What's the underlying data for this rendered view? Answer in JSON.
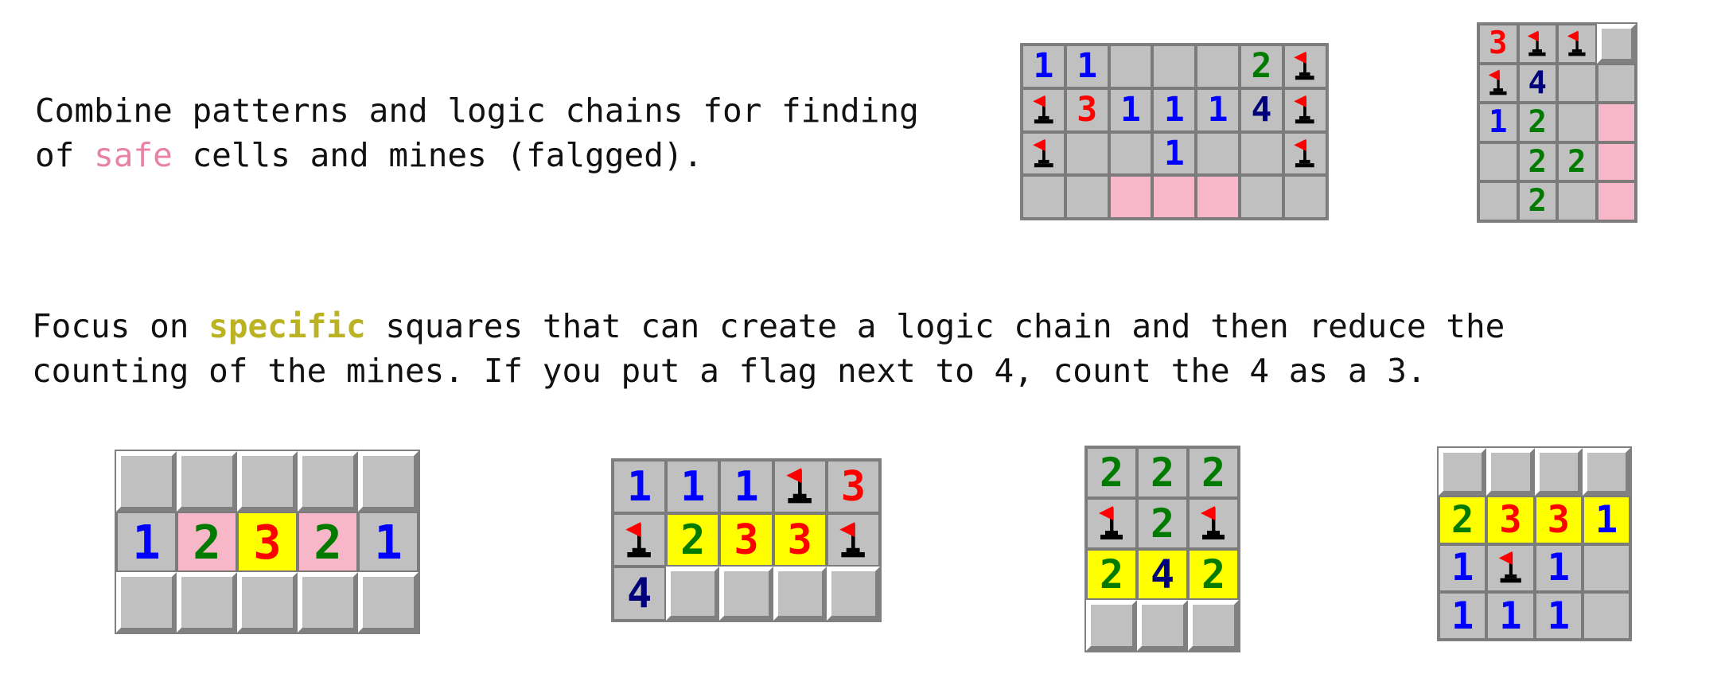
{
  "text": {
    "para1_line1": "Combine patterns and logic chains for finding",
    "para1_line2_pre": "of ",
    "para1_highlight": "safe",
    "para1_line2_post": " cells and mines (falgged).",
    "para2_line1_pre": "Focus on ",
    "para2_highlight": "specific",
    "para2_line1_post": " squares that can create a logic chain and then reduce the",
    "para2_line2": "counting of the mines. If you put a flag next to 4, count the 4 as a 3."
  },
  "legend": {
    "raised": "unrevealed",
    "empty": "revealed-empty",
    "flag": "flag",
    "safe": "safe",
    "focus": "focus"
  },
  "colors": {
    "number_1": "#0000ff",
    "number_2": "#007b00",
    "number_3": "#ff0000",
    "number_4": "#00007b",
    "safe_fill": "#f7b7c9",
    "focus_fill": "#ffff00",
    "safe_text": "#e882a6",
    "specific_text": "#bcb324",
    "cell_gray": "#c0c0c0"
  },
  "icons": {
    "flag": "flag-icon"
  },
  "boards": [
    {
      "cols": 7,
      "rows": [
        [
          "1",
          "1",
          "empty",
          "empty",
          "empty",
          "2",
          "flag"
        ],
        [
          "flag",
          "3",
          "1",
          "1",
          "1",
          "4",
          "flag"
        ],
        [
          "flag",
          "empty",
          "empty",
          "1",
          "empty",
          "empty",
          "flag"
        ],
        [
          "empty",
          "empty",
          "safe",
          "safe",
          "safe",
          "empty",
          "empty"
        ]
      ]
    },
    {
      "cols": 4,
      "rows": [
        [
          "3",
          "flag",
          "flag",
          "raised"
        ],
        [
          "flag",
          "4",
          "empty",
          "empty"
        ],
        [
          "1",
          "2",
          "empty",
          "safe"
        ],
        [
          "empty",
          "2",
          "2",
          "safe"
        ],
        [
          "empty",
          "2",
          "empty",
          "safe"
        ]
      ]
    },
    {
      "cols": 5,
      "rows": [
        [
          "raised",
          "raised",
          "raised",
          "raised",
          "raised"
        ],
        [
          "1",
          "2:safe",
          "3:focus",
          "2:safe",
          "1"
        ],
        [
          "raised",
          "raised",
          "raised",
          "raised",
          "raised"
        ]
      ]
    },
    {
      "cols": 5,
      "rows": [
        [
          "1",
          "1",
          "1",
          "flag",
          "3"
        ],
        [
          "flag",
          "2:focus",
          "3:focus",
          "3:focus",
          "flag"
        ],
        [
          "4",
          "raised",
          "raised",
          "raised",
          "raised"
        ]
      ]
    },
    {
      "cols": 3,
      "rows": [
        [
          "2",
          "2",
          "2"
        ],
        [
          "flag",
          "2",
          "flag"
        ],
        [
          "2:focus",
          "4:focus",
          "2:focus"
        ],
        [
          "raised",
          "raised",
          "raised"
        ]
      ]
    },
    {
      "cols": 4,
      "rows": [
        [
          "raised",
          "raised",
          "raised",
          "raised"
        ],
        [
          "2:focus",
          "3:focus",
          "3:focus",
          "1:focus"
        ],
        [
          "1",
          "flag",
          "1",
          "empty"
        ],
        [
          "1",
          "1",
          "1",
          "empty"
        ]
      ]
    }
  ]
}
